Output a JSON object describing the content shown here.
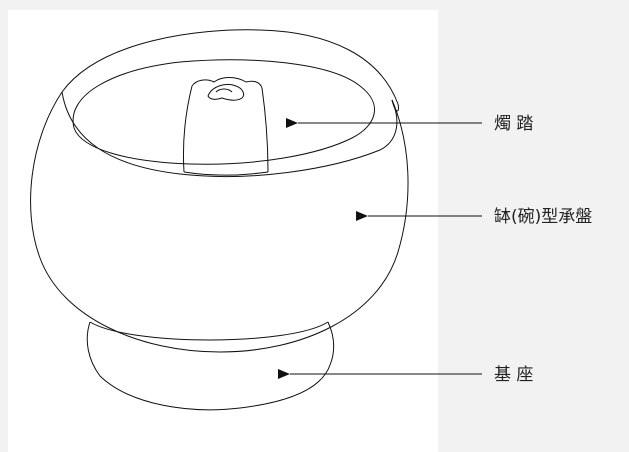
{
  "labels": {
    "wick": "燭 踏",
    "bowl": "缽(碗)型承盤",
    "base": "基 座"
  },
  "colors": {
    "background": "#f2f2f2",
    "panel": "#ffffff",
    "ink": "#111111"
  }
}
